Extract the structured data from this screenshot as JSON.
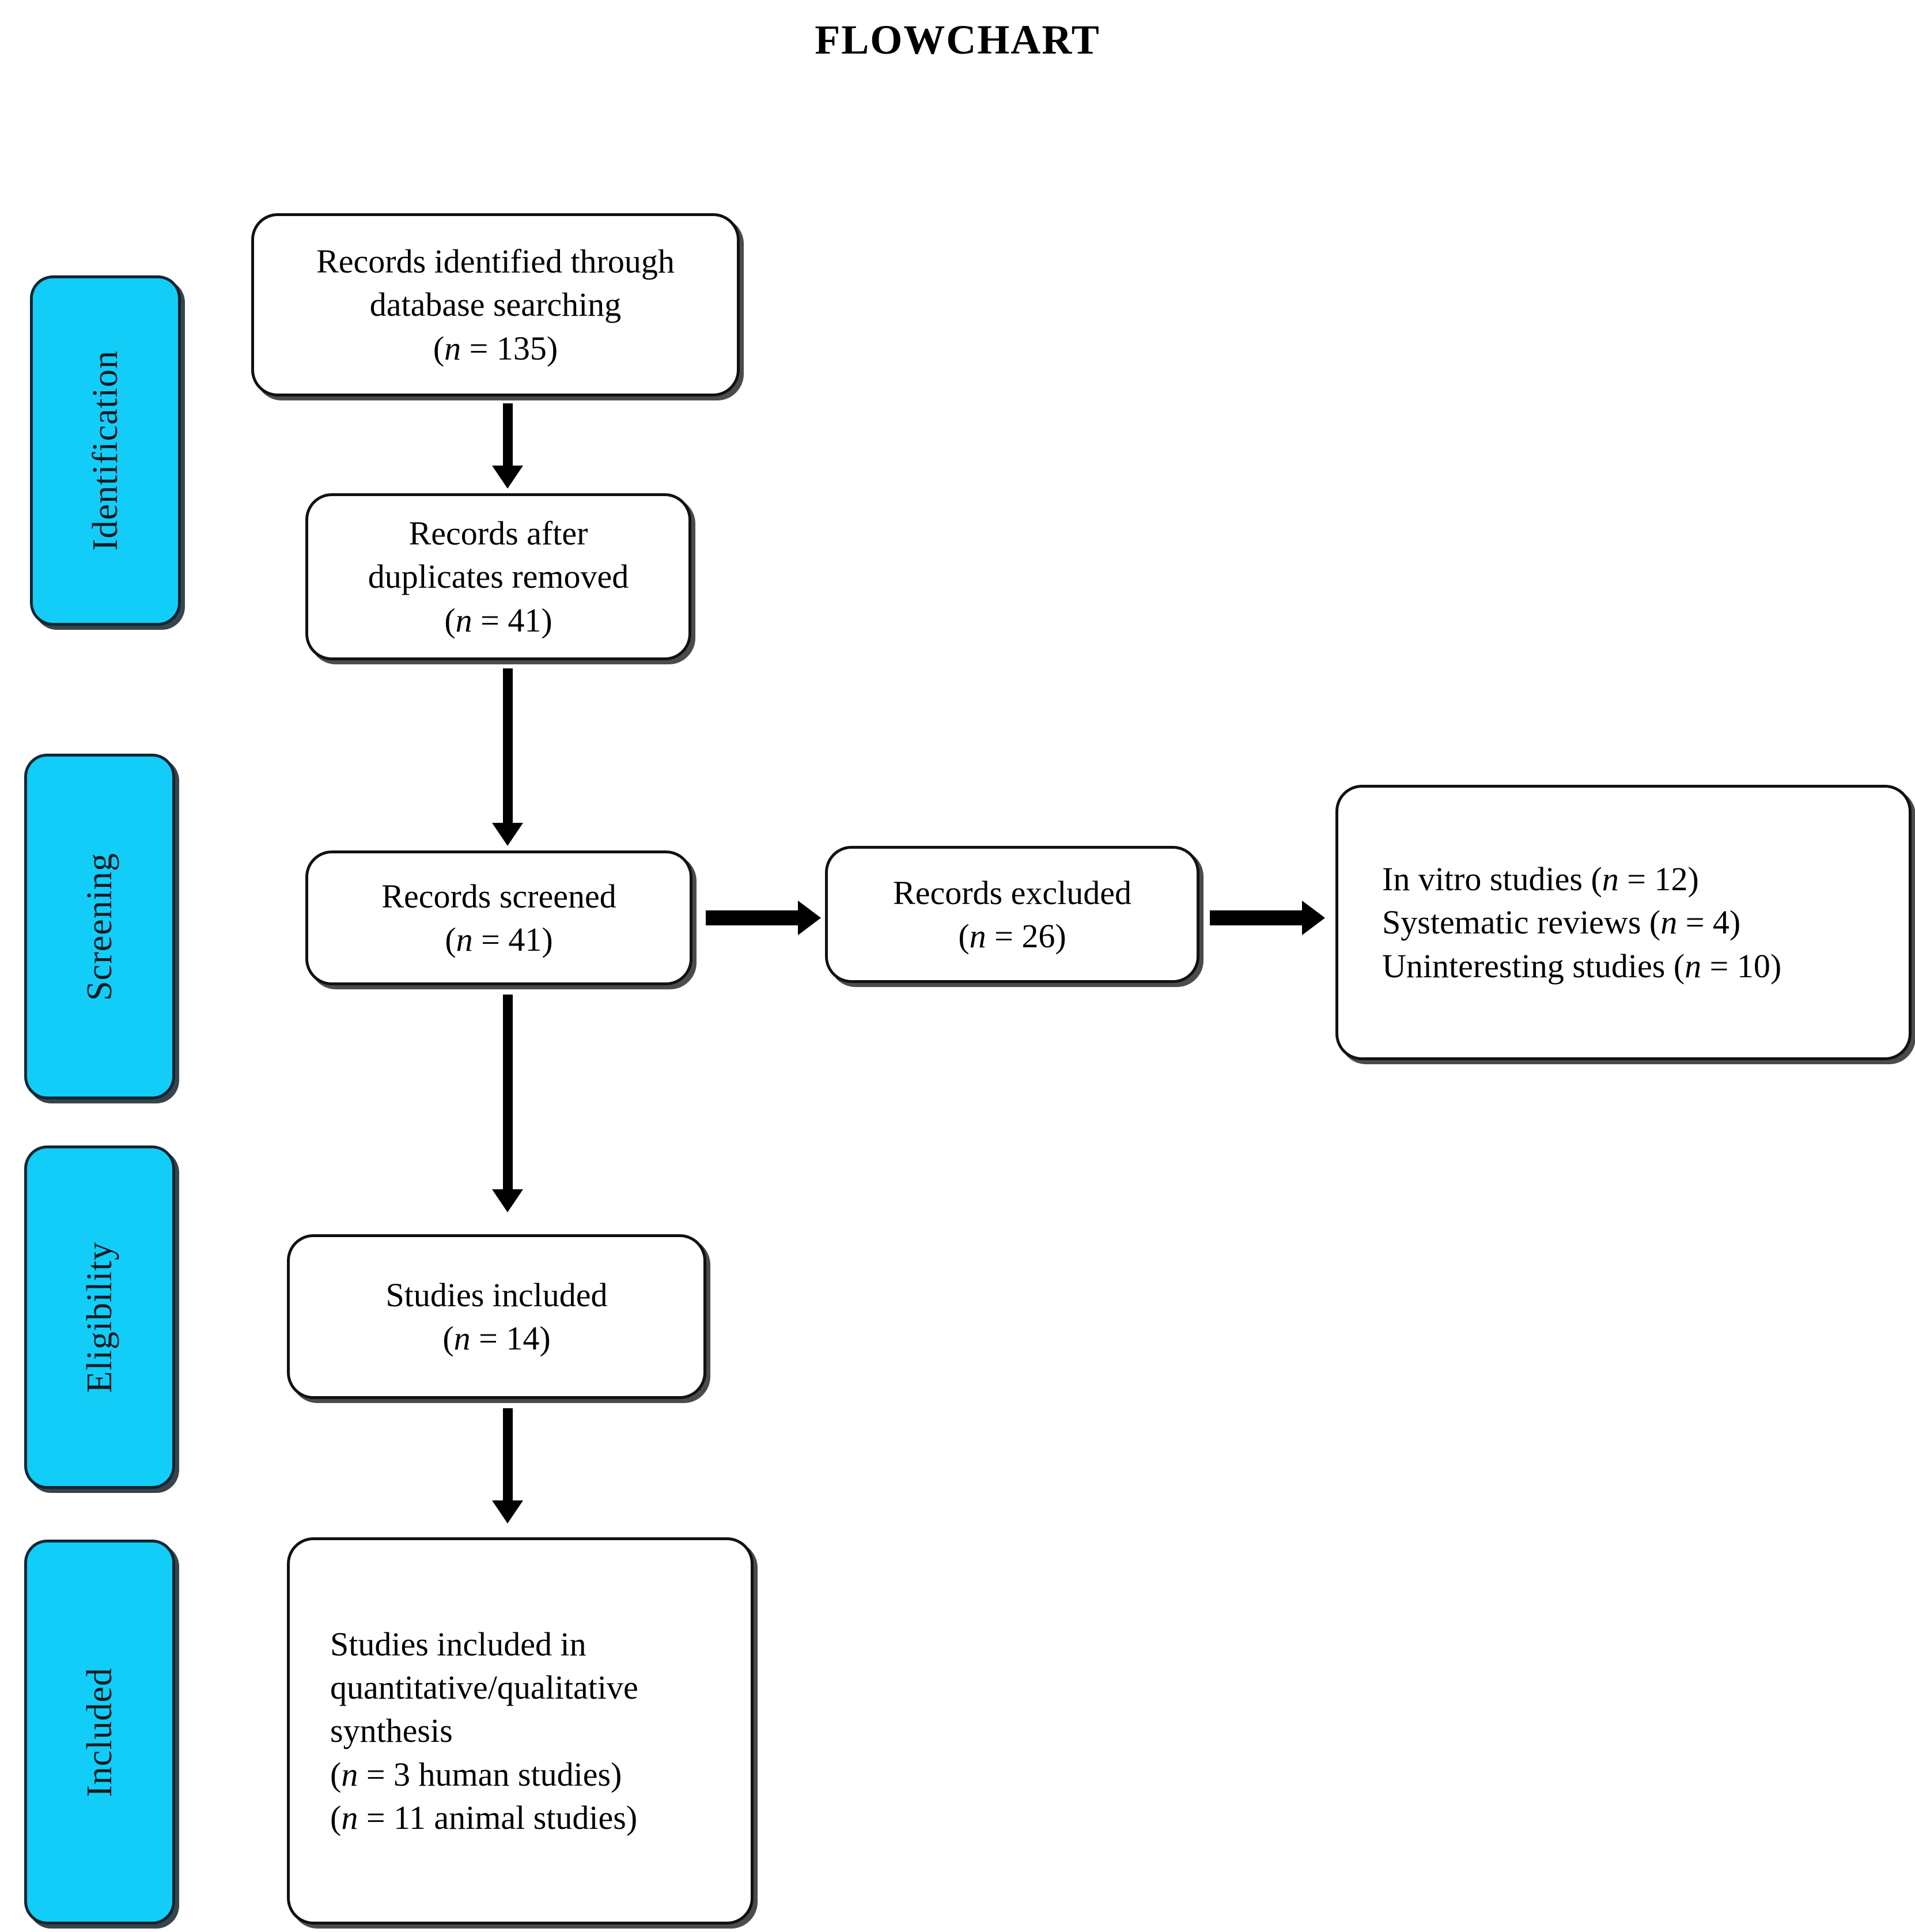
{
  "page": {
    "title": "FLOWCHART",
    "accent_color": "#12CDF7",
    "box_border_color": "#111111",
    "background_color": "#FFFFFF"
  },
  "stages": [
    {
      "label": "Identification"
    },
    {
      "label": "Screening"
    },
    {
      "label": "Eligibility"
    },
    {
      "label": "Included"
    }
  ],
  "nodes": {
    "identified": {
      "lines": [
        "Records identified through",
        "database searching"
      ],
      "count_prefix": "(",
      "count_var": "n",
      "count_text": " = 135)"
    },
    "after_duplicates": {
      "lines": [
        "Records after",
        "duplicates removed"
      ],
      "count_text": " = 41)"
    },
    "screened": {
      "lines": [
        "Records screened"
      ],
      "count_text": " = 41)"
    },
    "excluded": {
      "lines": [
        "Records excluded"
      ],
      "count_text": " = 26)"
    },
    "reasons": {
      "items": [
        {
          "label": "In vitro studies (",
          "tail": " = 12)"
        },
        {
          "label": "Systematic reviews (",
          "tail": " = 4)"
        },
        {
          "label": "Uninteresting studies (",
          "tail": " = 10)"
        }
      ]
    },
    "studies_included": {
      "lines": [
        "Studies included"
      ],
      "count_text": " = 14)"
    },
    "synthesis": {
      "lines": [
        "Studies included in",
        "quantitative/qualitative",
        "synthesis"
      ],
      "counts": [
        {
          "tail": " = 3 human studies)"
        },
        {
          "tail": " = 11 animal studies)"
        }
      ]
    }
  },
  "chart_data": {
    "type": "diagram",
    "title": "FLOWCHART",
    "diagram_kind": "PRISMA flow diagram",
    "stages": [
      "Identification",
      "Screening",
      "Eligibility",
      "Included"
    ],
    "nodes": [
      {
        "id": "identified",
        "stage": "Identification",
        "text": "Records identified through database searching (n = 135)",
        "n": 135
      },
      {
        "id": "after_duplicates",
        "stage": "Identification",
        "text": "Records after duplicates removed (n = 41)",
        "n": 41
      },
      {
        "id": "screened",
        "stage": "Screening",
        "text": "Records screened (n = 41)",
        "n": 41
      },
      {
        "id": "excluded",
        "stage": "Screening",
        "text": "Records excluded (n = 26)",
        "n": 26
      },
      {
        "id": "reasons",
        "stage": "Screening",
        "text": "In vitro studies (n = 12); Systematic reviews (n = 4); Uninteresting studies (n = 10)",
        "breakdown": {
          "in_vitro_studies": 12,
          "systematic_reviews": 4,
          "uninteresting_studies": 10
        }
      },
      {
        "id": "studies_included",
        "stage": "Eligibility",
        "text": "Studies included (n = 14)",
        "n": 14
      },
      {
        "id": "synthesis",
        "stage": "Included",
        "text": "Studies included in quantitative/qualitative synthesis (n = 3 human studies) (n = 11 animal studies)",
        "breakdown": {
          "human_studies": 3,
          "animal_studies": 11
        }
      }
    ],
    "edges": [
      {
        "from": "identified",
        "to": "after_duplicates",
        "direction": "down"
      },
      {
        "from": "after_duplicates",
        "to": "screened",
        "direction": "down"
      },
      {
        "from": "screened",
        "to": "excluded",
        "direction": "right"
      },
      {
        "from": "excluded",
        "to": "reasons",
        "direction": "right"
      },
      {
        "from": "screened",
        "to": "studies_included",
        "direction": "down"
      },
      {
        "from": "studies_included",
        "to": "synthesis",
        "direction": "down"
      }
    ]
  }
}
